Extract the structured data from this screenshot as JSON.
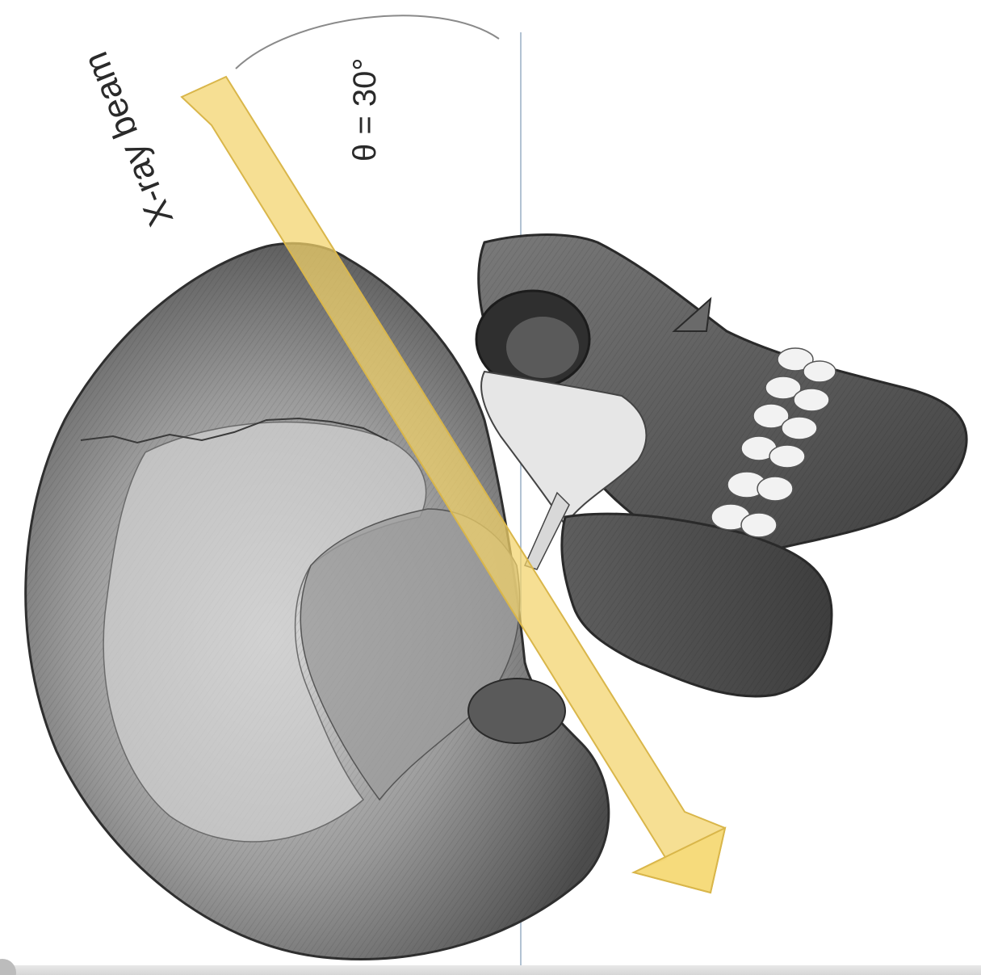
{
  "labels": {
    "beam": "X-ray beam",
    "angle": "θ = 30°"
  },
  "angle_degrees": 30,
  "colors": {
    "beam_fill": "#f3d36a",
    "beam_stroke": "#d9b64a",
    "reference_line": "#9fb3c8",
    "bone_dark": "#4a4a4a",
    "bone_mid": "#8c8c8c",
    "bone_light": "#d2d2d2",
    "teeth": "#f2f2f2"
  },
  "icons": {
    "arrow": "beam-arrowhead"
  }
}
